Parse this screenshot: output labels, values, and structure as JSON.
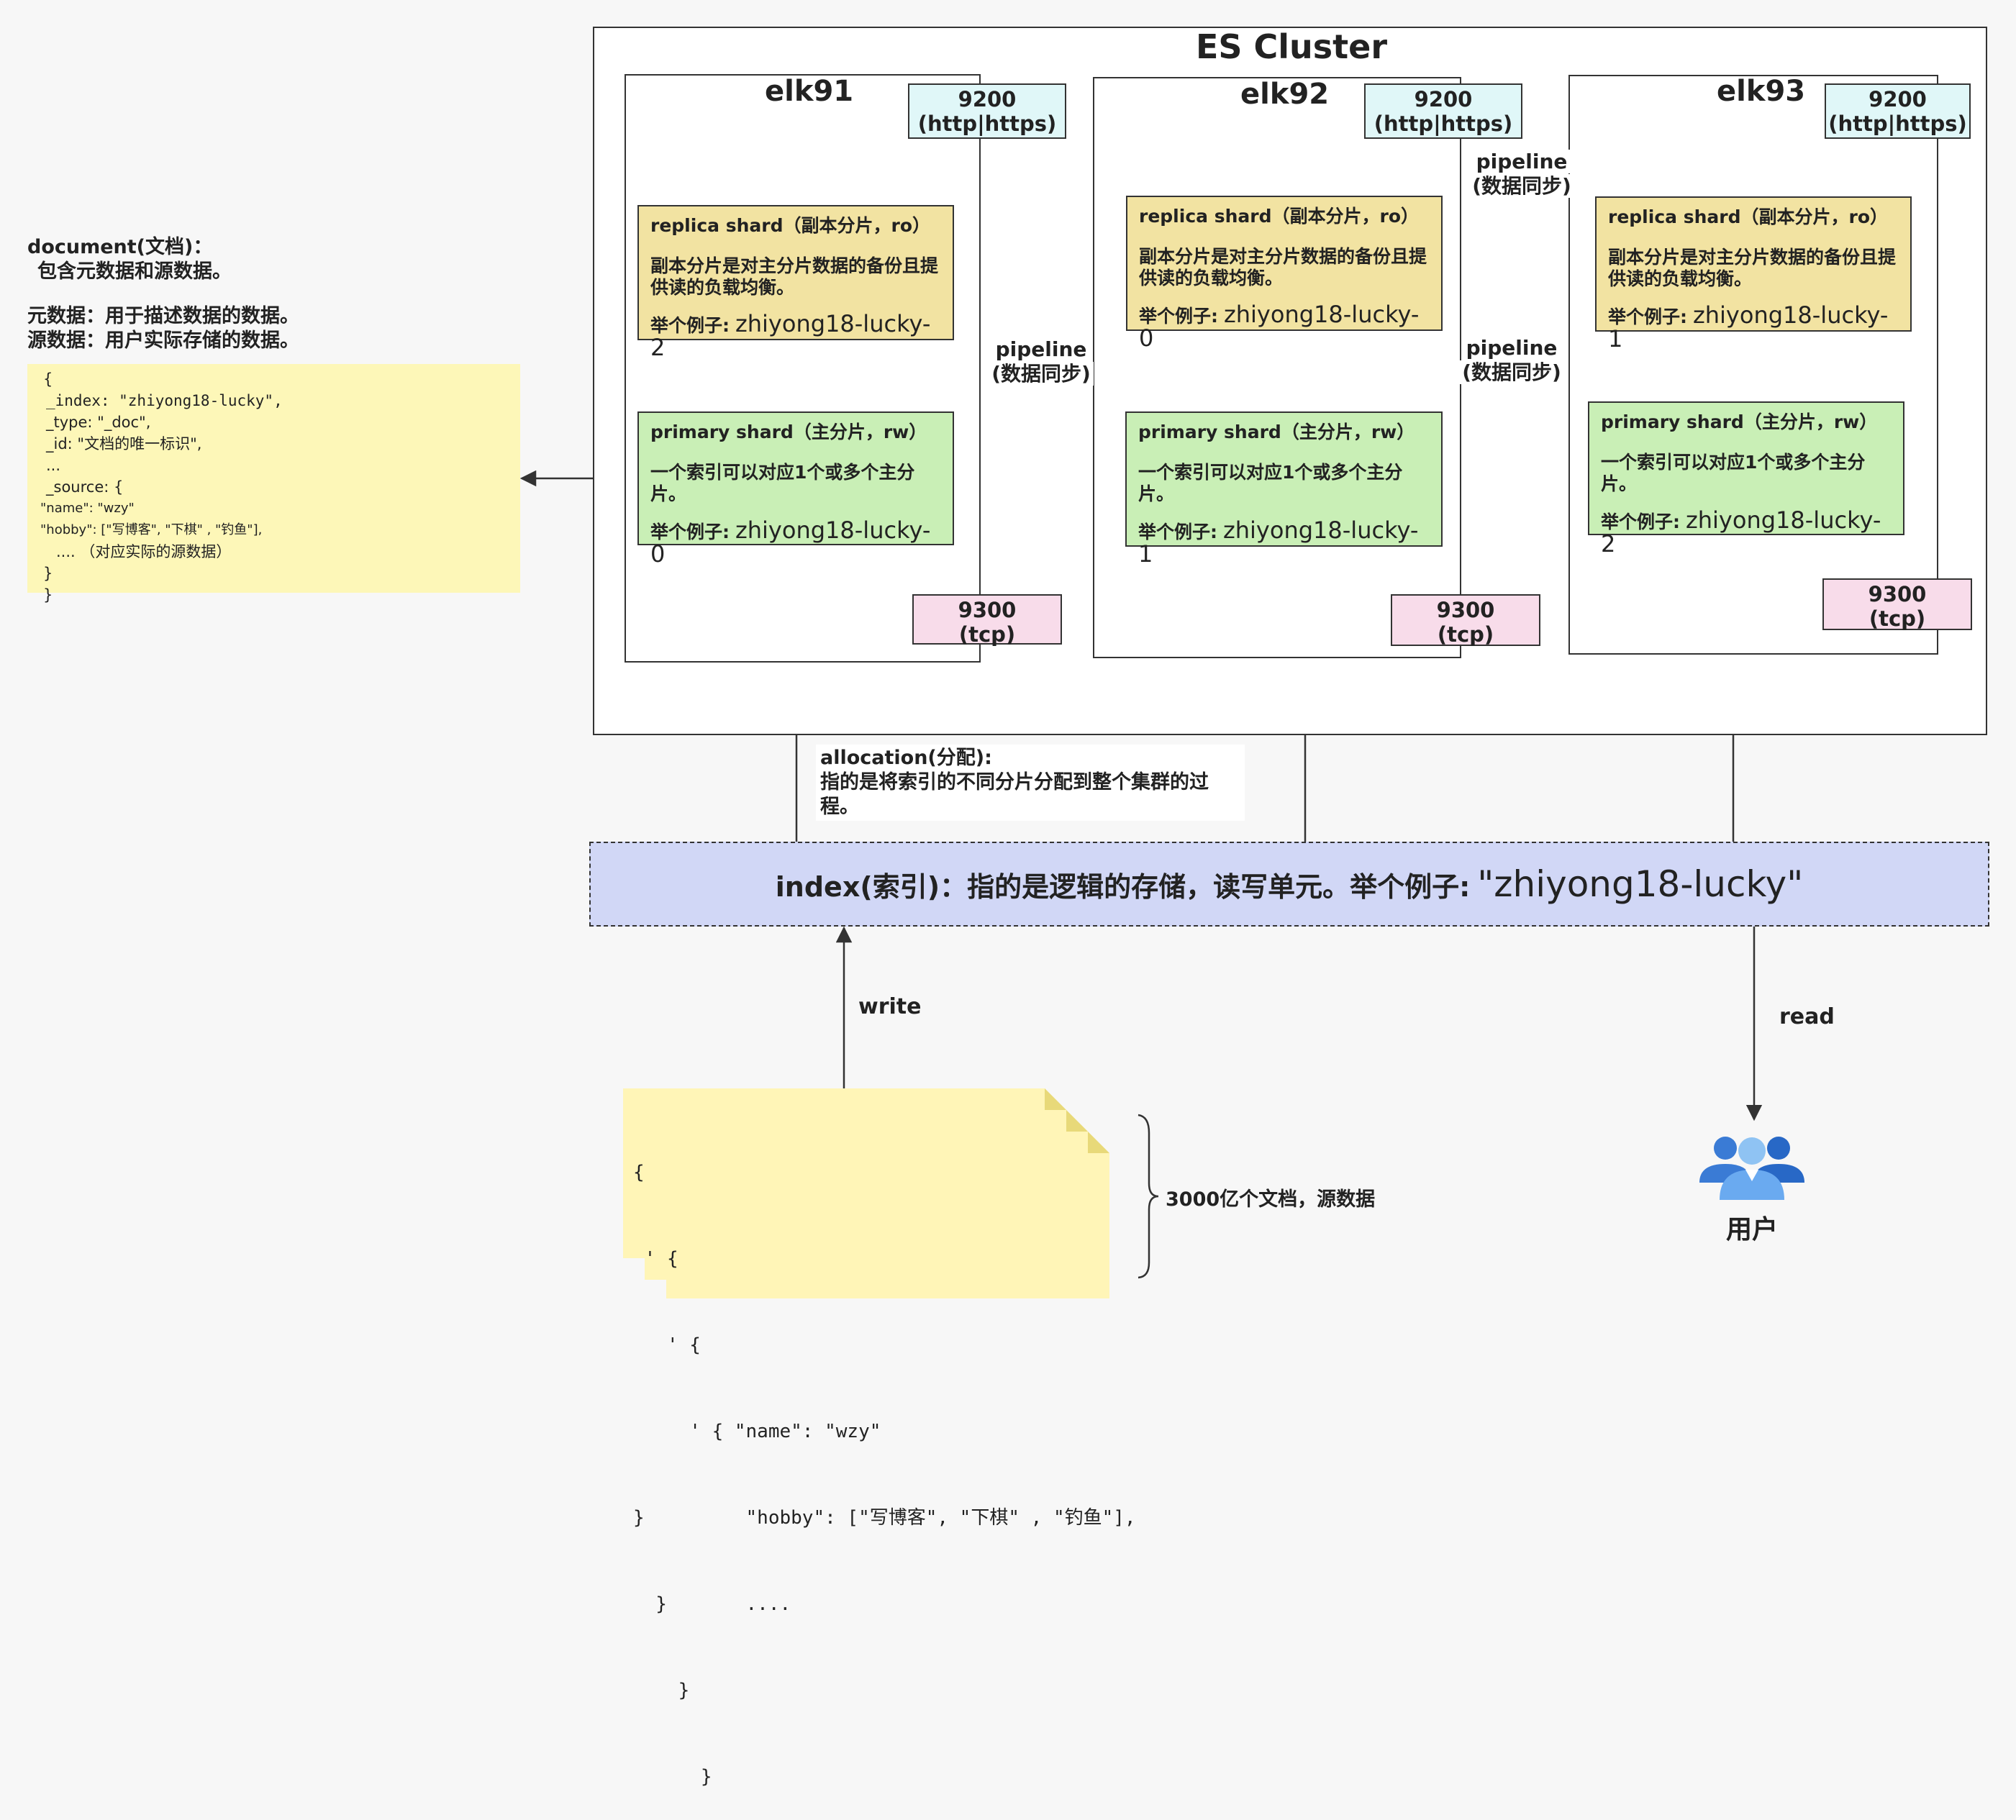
{
  "cluster": {
    "title": "ES Cluster",
    "nodes": [
      {
        "name": "elk91",
        "http_port": {
          "line1": "9200",
          "line2": "(http|https)"
        },
        "tcp_port": {
          "line1": "9300",
          "line2": "(tcp)"
        },
        "replica": {
          "header": "replica shard（副本分片，ro）",
          "desc": "副本分片是对主分片数据的备份且提供读的负载均衡。",
          "example_label": "举个例子:",
          "example_value": "zhiyong18-lucky-2"
        },
        "primary": {
          "header": "primary shard（主分片，rw）",
          "desc": "一个索引可以对应1个或多个主分片。",
          "example_label": "举个例子:",
          "example_value": "zhiyong18-lucky-0"
        }
      },
      {
        "name": "elk92",
        "http_port": {
          "line1": "9200",
          "line2": "(http|https)"
        },
        "tcp_port": {
          "line1": "9300",
          "line2": "(tcp)"
        },
        "replica": {
          "header": "replica shard（副本分片，ro）",
          "desc": "副本分片是对主分片数据的备份且提供读的负载均衡。",
          "example_label": "举个例子:",
          "example_value": "zhiyong18-lucky-0"
        },
        "primary": {
          "header": "primary shard（主分片，rw）",
          "desc": "一个索引可以对应1个或多个主分片。",
          "example_label": "举个例子:",
          "example_value": "zhiyong18-lucky-1"
        }
      },
      {
        "name": "elk93",
        "http_port": {
          "line1": "9200",
          "line2": "(http|https)"
        },
        "tcp_port": {
          "line1": "9300",
          "line2": "(tcp)"
        },
        "replica": {
          "header": "replica shard（副本分片，ro）",
          "desc": "副本分片是对主分片数据的备份且提供读的负载均衡。",
          "example_label": "举个例子:",
          "example_value": "zhiyong18-lucky-1"
        },
        "primary": {
          "header": "primary shard（主分片，rw）",
          "desc": "一个索引可以对应1个或多个主分片。",
          "example_label": "举个例子:",
          "example_value": "zhiyong18-lucky-2"
        }
      }
    ],
    "pipelines": [
      {
        "line1": "pipeline",
        "line2": "(数据同步)"
      },
      {
        "line1": "pipeline",
        "line2": "(数据同步)"
      },
      {
        "line1": "pipeline",
        "line2": "(数据同步)"
      }
    ]
  },
  "document": {
    "heading": "document(文档)：",
    "subheading": "包含元数据和源数据。",
    "meta_def": "元数据：用于描述数据的数据。",
    "source_def": "源数据：用户实际存储的数据。",
    "json_lines": [
      "{",
      "_index: \"zhiyong18-lucky\",",
      "_type: \"_doc\",",
      "_id: \"文档的唯一标识\",",
      "...",
      "_source: {",
      "\"name\": \"wzy\"",
      "\"hobby\": [\"写博客\", \"下棋\" , \"钓鱼\"],",
      "....  （对应实际的源数据）",
      "}",
      "}"
    ]
  },
  "allocation": {
    "line1": "allocation(分配):",
    "line2": "指的是将索引的不同分片分配到整个集群的过程。"
  },
  "index": {
    "label": "index(索引)：指的是逻辑的存储，读写单元。举个例子:",
    "value": "\"zhiyong18-lucky\""
  },
  "edges": {
    "write": "write",
    "read": "read"
  },
  "docs_stack": {
    "lines": [
      "{",
      " ' {",
      "   ' {",
      "     ' { \"name\": \"wzy\"",
      "}         \"hobby\": [\"写博客\", \"下棋\" , \"钓鱼\"],",
      "  }       ....",
      "    }",
      "      }"
    ],
    "brace_label": "3000亿个文档，源数据"
  },
  "user": {
    "icon": "users-icon",
    "label": "用户"
  },
  "colors": {
    "replica": "#f2e3a2",
    "primary": "#c9efb6",
    "http_port": "#e0f7f8",
    "tcp_port": "#f8dcea",
    "index": "#d1d7f6",
    "json": "#fdf7b8",
    "user_icon": "#4a90d9"
  }
}
